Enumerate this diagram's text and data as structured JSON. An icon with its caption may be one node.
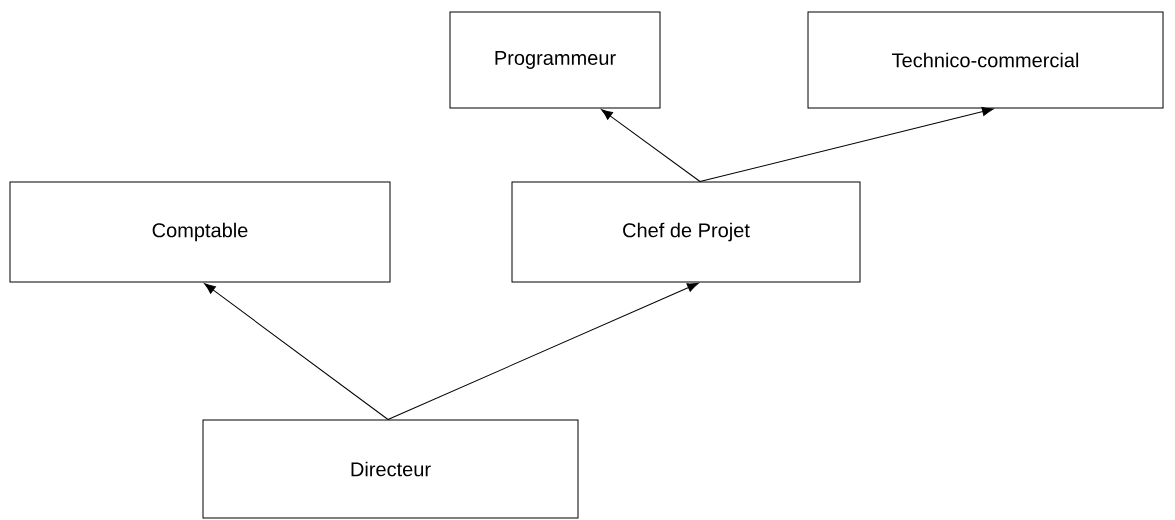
{
  "diagram": {
    "nodes": [
      {
        "text": [
          "Programmeur"
        ]
      },
      {
        "text": [
          "Technico-commercial"
        ]
      },
      {
        "text": [
          "Comptable"
        ]
      },
      {
        "text": [
          "Chef de Projet"
        ]
      },
      {
        "text": [
          "Directeur"
        ]
      }
    ],
    "edges": [
      {
        "from": 4,
        "to": 2,
        "arrow": "to"
      },
      {
        "from": 4,
        "to": 3,
        "arrow": "to"
      },
      {
        "from": 3,
        "to": 0,
        "arrow": "to"
      },
      {
        "from": 3,
        "to": 1,
        "arrow": "to"
      }
    ]
  }
}
